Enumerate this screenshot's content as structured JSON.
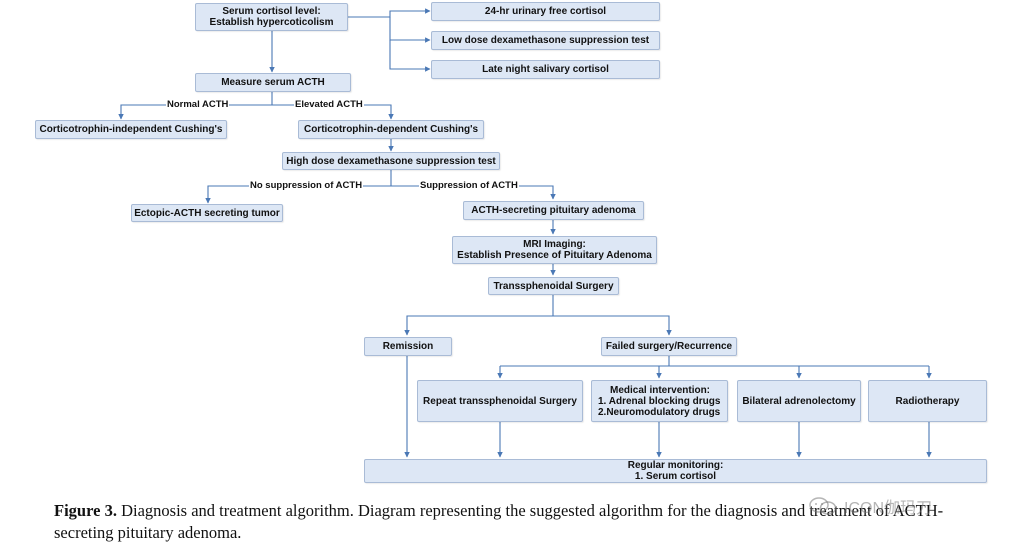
{
  "nodes": {
    "serum_cortisol": {
      "line1": "Serum cortisol level:",
      "line2": "Establish hypercoticolism"
    },
    "urinary": "24-hr urinary free cortisol",
    "low_dex": "Low dose dexamethasone suppression test",
    "salivary": "Late night salivary cortisol",
    "measure_acth": "Measure serum ACTH",
    "cort_independent": "Corticotrophin-independent Cushing's",
    "cort_dependent": "Corticotrophin-dependent Cushing's",
    "high_dex": "High dose dexamethasone suppression test",
    "ectopic": "Ectopic-ACTH secreting tumor",
    "pituitary_adenoma": "ACTH-secreting pituitary adenoma",
    "mri": {
      "line1": "MRI Imaging:",
      "line2": "Establish Presence of Pituitary Adenoma"
    },
    "transsphenoidal": "Transsphenoidal Surgery",
    "remission": "Remission",
    "failed": "Failed surgery/Recurrence",
    "repeat_surgery": "Repeat transsphenoidal Surgery",
    "medical": {
      "line1": "Medical intervention:",
      "line2": "1. Adrenal blocking drugs",
      "line3": "2.Neuromodulatory drugs"
    },
    "adrenalectomy": "Bilateral adrenolectomy",
    "radiotherapy": "Radiotherapy",
    "monitoring": {
      "line1": "Regular monitoring:",
      "line2": "1. Serum cortisol"
    }
  },
  "edge_labels": {
    "normal_acth": "Normal ACTH",
    "elevated_acth": "Elevated ACTH",
    "no_suppression": "No suppression of ACTH",
    "suppression": "Suppression of ACTH"
  },
  "caption": {
    "figure_label": "Figure 3.",
    "text": "Diagnosis and treatment algorithm. Diagram representing the suggested algorithm for the diagnosis and treatment of ACTH-secreting pituitary adenoma."
  },
  "watermark": {
    "text": "ICON伽玛刀",
    "icon": "wechat-icon"
  },
  "colors": {
    "node_fill": "#dde7f5",
    "node_border": "#a9bbd6",
    "line": "#4a78b5"
  }
}
